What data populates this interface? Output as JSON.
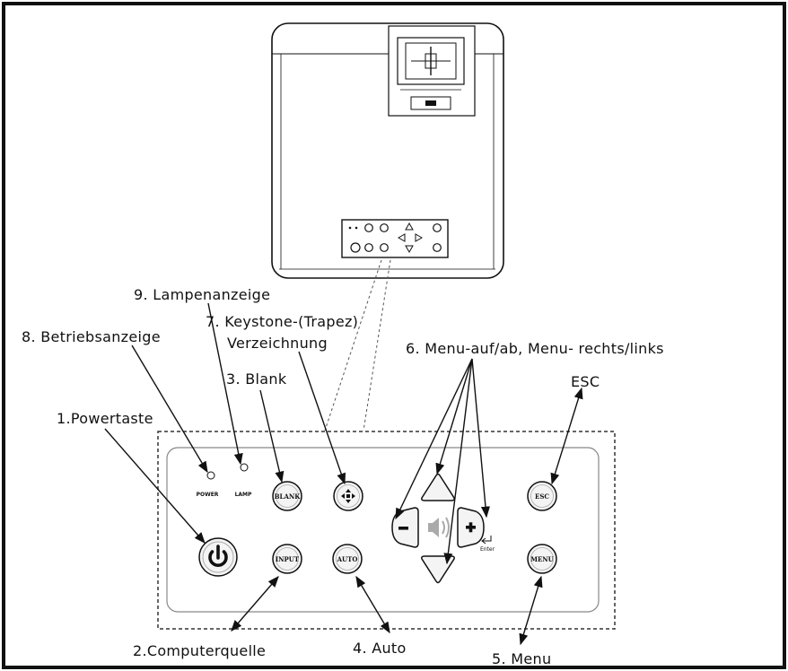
{
  "labels": {
    "lamp_indicator": "9. Lampenanzeige",
    "power_indicator": "8. Betriebsanzeige",
    "keystone_line1": "7. Keystone-(Trapez)",
    "keystone_line2": "Verzeichnung",
    "menu_nav": "6. Menu-auf/ab, Menu- rechts/links",
    "blank": "3. Blank",
    "esc": "ESC",
    "power_button": "1.Powertaste",
    "computer_source": "2.Computerquelle",
    "auto": "4. Auto",
    "menu": "5. Menu"
  },
  "panel": {
    "power_led_text": "POWER",
    "lamp_led_text": "LAMP",
    "blank_button_text": "BLANK",
    "input_button_text": "INPUT",
    "auto_button_text": "AUTO",
    "esc_button_text": "ESC",
    "menu_button_text": "MENU",
    "enter_text": "Enter"
  },
  "icons": [
    "power-icon",
    "keystone-icon",
    "speaker-icon",
    "minus-icon",
    "plus-icon",
    "up-arrow-icon",
    "down-arrow-icon",
    "enter-arrow-icon"
  ],
  "colors": {
    "ink": "#111111",
    "paper": "#ffffff",
    "button_fill": "#f4f4f4"
  }
}
